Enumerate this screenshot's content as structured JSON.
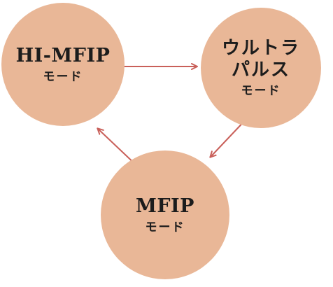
{
  "nodes": {
    "hi_mfip": {
      "title": "HI-MFIP",
      "subtitle": "モード"
    },
    "ultra_pulse": {
      "title_line1": "ウルトラ",
      "title_line2": "パルス",
      "subtitle": "モード"
    },
    "mfip": {
      "title": "MFIP",
      "subtitle": "モード"
    }
  },
  "colors": {
    "node_fill": "#e9b797",
    "arrow": "#c9605a",
    "text": "#1c1c1c",
    "background": "#ffffff"
  }
}
